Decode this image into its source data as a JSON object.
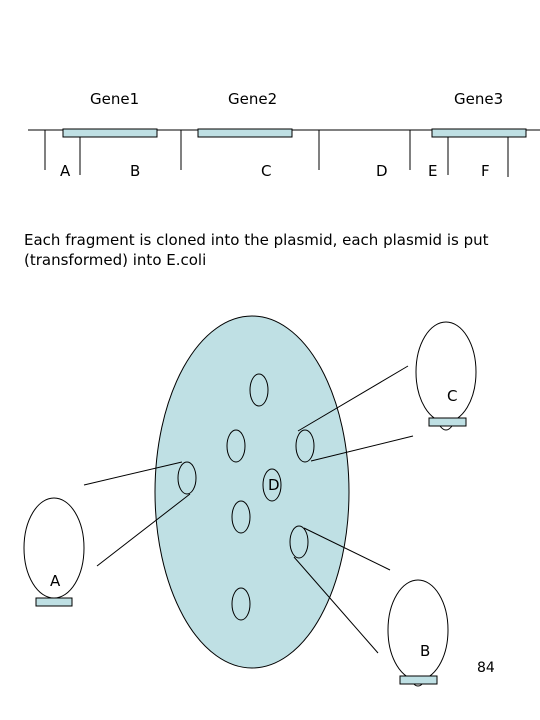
{
  "genes": [
    "Gene1",
    "Gene2",
    "Gene3"
  ],
  "fragments": [
    "A",
    "B",
    "C",
    "D",
    "E",
    "F"
  ],
  "caption": "Each fragment is cloned into the plasmid, each plasmid is put (transformed) into E.coli",
  "plate_label": "D",
  "tubes": [
    "C",
    "A",
    "B"
  ],
  "page_number": "84",
  "colors": {
    "plate": "#bfe0e4",
    "bar": "#bfe0e4",
    "stroke": "#000000"
  }
}
